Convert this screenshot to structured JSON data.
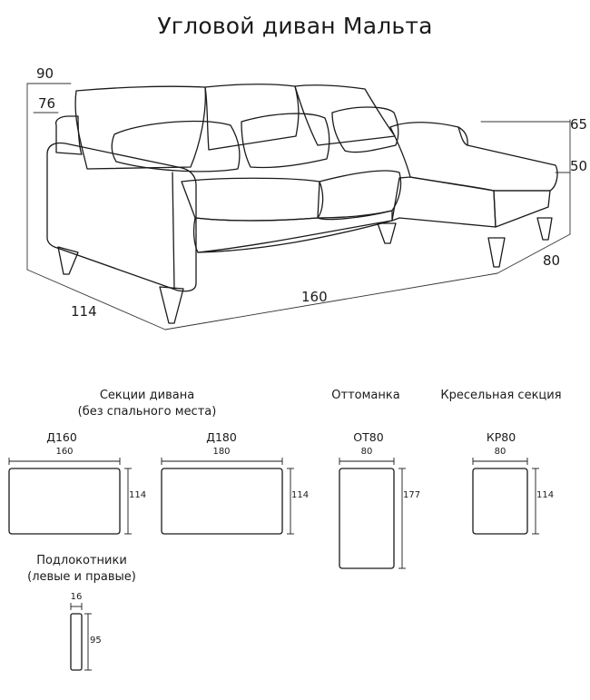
{
  "title": "Угловой диван Мальта",
  "sofa_dims": {
    "height_total": "90",
    "height_seat_back": "76",
    "ottoman_height": "65",
    "ottoman_seat": "50",
    "ottoman_depth": "80",
    "length": "160",
    "depth": "114"
  },
  "groups": {
    "sections_title": "Секции дивана",
    "sections_subtitle": "(без спального места)",
    "ottoman_title": "Оттоманка",
    "chair_title": "Кресельная секция",
    "armrests_title": "Подлокотники",
    "armrests_subtitle": "(левые и правые)"
  },
  "modules": {
    "d160": {
      "code": "Д160",
      "width": "160",
      "depth": "114"
    },
    "d180": {
      "code": "Д180",
      "width": "180",
      "depth": "114"
    },
    "ot80": {
      "code": "ОТ80",
      "width": "80",
      "depth": "177"
    },
    "kr80": {
      "code": "КР80",
      "width": "80",
      "depth": "114"
    },
    "arm": {
      "width": "16",
      "depth": "95"
    }
  }
}
